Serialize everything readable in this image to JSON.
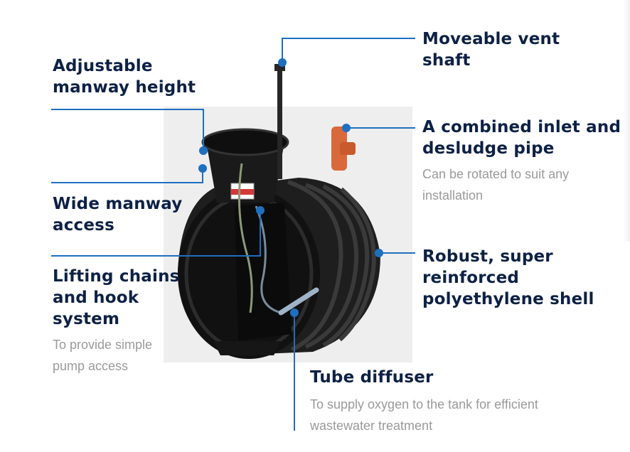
{
  "callouts": {
    "vent": {
      "line1": "Moveable vent",
      "line2": "shaft"
    },
    "adjustable": {
      "line1": "Adjustable",
      "line2": "manway height"
    },
    "inlet": {
      "line1": "A combined inlet and",
      "line2": "desludge pipe",
      "sub1": "Can be rotated to suit any",
      "sub2": "installation"
    },
    "manway": {
      "line1": "Wide manway",
      "line2": "access"
    },
    "shell": {
      "line1": "Robust, super",
      "line2": "reinforced",
      "line3": "polyethylene shell"
    },
    "lifting": {
      "line1": "Lifting chains",
      "line2": "and hook",
      "line3": "system",
      "sub1": "To provide simple",
      "sub2": "pump access"
    },
    "diffuser": {
      "line1": "Tube diffuser",
      "sub1": "To supply oxygen to the tank for efficient",
      "sub2": "wastewater treatment"
    }
  },
  "colors": {
    "callout_line": "#1f6fbf",
    "heading_text": "#0d2145",
    "sub_text": "#9a9a9a",
    "tank_body": "#1d1d1d",
    "pipe": "#d9683a"
  }
}
